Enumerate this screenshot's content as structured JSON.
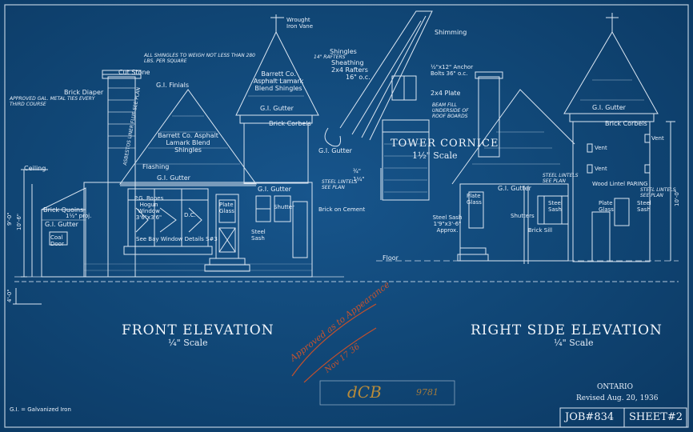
{
  "sheet": {
    "front_title": "FRONT ELEVATION",
    "front_scale": "¼\" Scale",
    "side_title": "RIGHT SIDE ELEVATION",
    "side_scale": "¼\" Scale",
    "tower_title": "TOWER CORNICE",
    "tower_scale": "1½\" Scale",
    "province": "ONTARIO",
    "revised": "Revised Aug. 20, 1936",
    "job": "JOB#834",
    "sheet_no": "SHEET#2",
    "legend": "G.I. = Galvanized Iron"
  },
  "front_labels": {
    "cut_stone": "Cut Stone",
    "gi_finials": "G.I. Finials",
    "brick_diaper": "Brick Diaper",
    "shingle_note": "ALL SHINGLES TO WEIGH NOT LESS THAN 280 LBS. PER SQUARE",
    "metal_ties": "APPROVED GAL. METAL TIES EVERY THIRD COURSE",
    "barrett_right": "Barrett Co. Asphalt Lamark Blend Shingles",
    "barrett_main": "Barrett Co. Asphalt Lamark Blend Shingles",
    "gi_gutter_right": "G.I. Gutter",
    "brick_corbels": "Brick Corbels",
    "flashing": "Flashing",
    "ceiling": "Ceiling",
    "gi_gutter": "G.I. Gutter",
    "gi_gutter_left": "G.I. Gutter",
    "brick_quoins": "Brick Quoins",
    "quoins_dim": "1½\" proj.",
    "coal_door": "Coal Door",
    "bay_window": "P.G. Ropes Hogun Window 3'6\"x3'6\"",
    "bay_note": "See Bay Window Details S#3",
    "plate_glass": "Plate Glass",
    "dc": "D.C.",
    "shutter": "Shutter",
    "brick_on_cement": "Brick on Cement",
    "steel_lintels": "STEEL LINTELS SEE PLAN",
    "steel_sash": "Steel Sash",
    "dim_9": "9'-0\"",
    "dim_10": "10'-6\"",
    "dim_4": "4'-0\"",
    "floor": "Floor",
    "wrought_iron": "Wrought Iron Vane",
    "chimney_note": "ASBESTOS LINER FLUE SEE PLAN"
  },
  "tower_labels": {
    "shingles": "Shingles",
    "shingle_rafters": "14\" RAFTERS",
    "sheathing": "Sheathing",
    "rafters": "2x4 Rafters",
    "rafter_spacing": "16\" o.c.",
    "anchor_bolts": "½\"x12\" Anchor Bolts 36\" o.c.",
    "plate": "2x4 Plate",
    "beam_fill": "BEAM FILL UNDERSIDE OF ROOF BOARDS",
    "gi_gutter": "G.I. Gutter",
    "shimming": "Shimming",
    "dim_3_4": "¾\"",
    "dim_1_4": "1¼\""
  },
  "side_labels": {
    "gi_gutter_top": "G.I. Gutter",
    "brick_corbels": "Brick Corbels",
    "vent_1": "Vent",
    "vent_2": "Vent",
    "vent_3": "Vent",
    "steel_lintels": "STEEL LINTELS SEE PLAN",
    "wood_lintel": "Wood Lintel PARING",
    "steel_lintels_2": "STEEL LINTELS SEE PLAN",
    "gi_gutter": "G.I. Gutter",
    "plate_glass": "Plate Glass",
    "steel_sash_small": "Steel Sash",
    "shutters": "Shutters",
    "brick_sill": "Brick Sill",
    "plate_glass_2": "Plate Glass",
    "steel_sash_right": "Steel Sash",
    "steel_sash_big": "Steel Sash 1'9\"x3'-6\" Approx.",
    "dim_10": "10'-0\""
  },
  "handwriting": {
    "approved": "Approved as to Appearance",
    "approved_date": "Nov 17 36",
    "initials": "dCB",
    "number": "9781"
  }
}
